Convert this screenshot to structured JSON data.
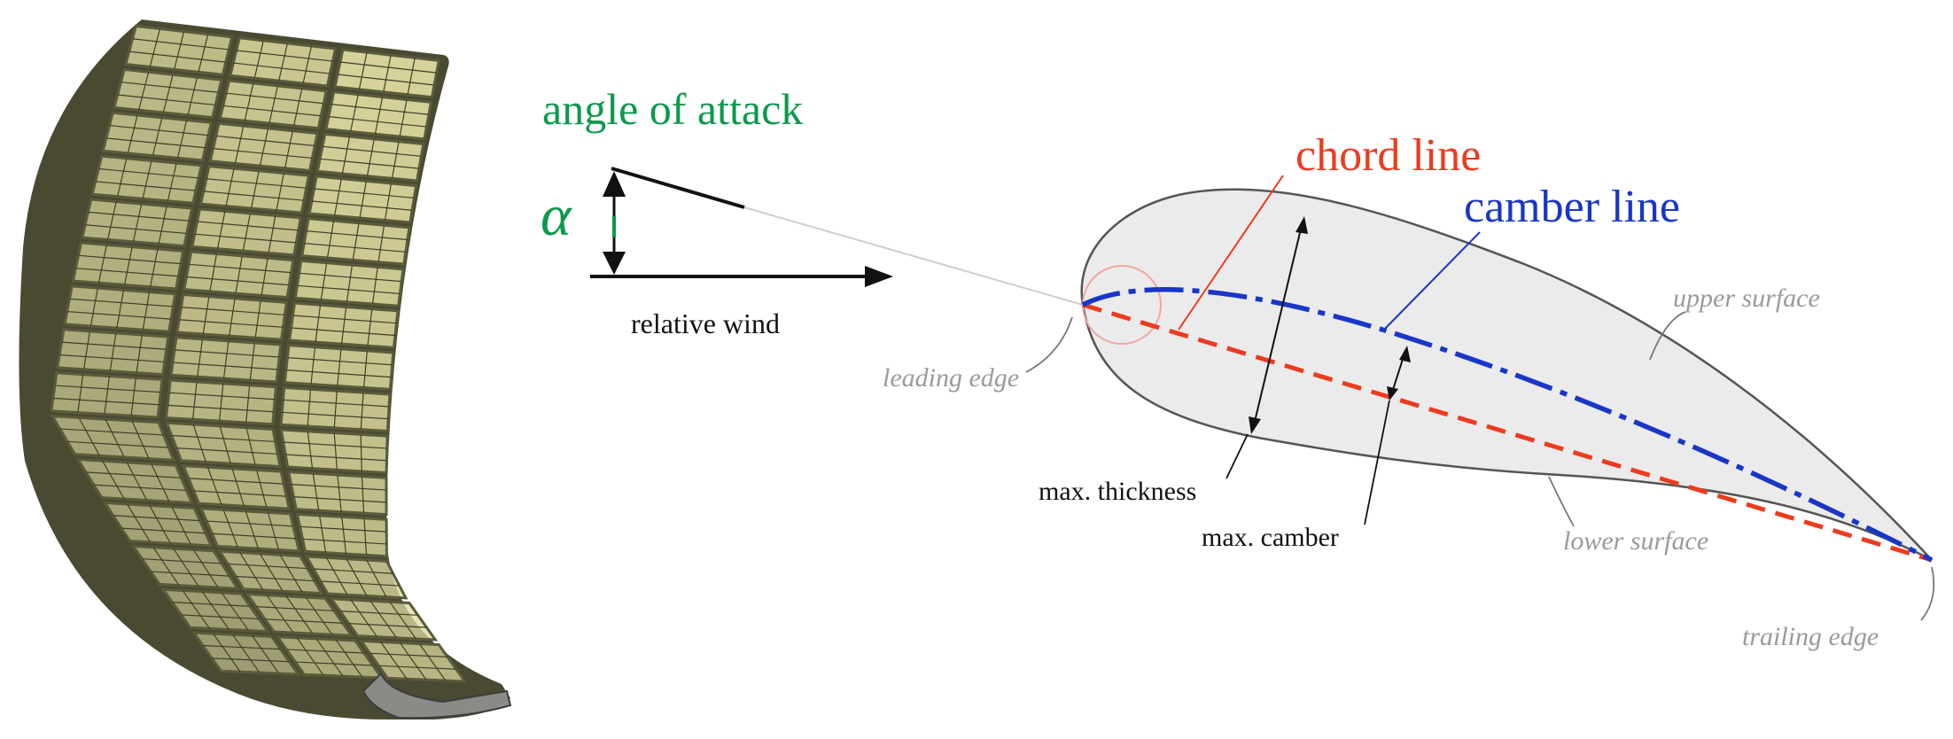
{
  "labels": {
    "angle_of_attack": "angle of attack",
    "alpha": "α",
    "relative_wind": "relative wind",
    "chord_line": "chord line",
    "camber_line": "camber line",
    "upper_surface": "upper surface",
    "leading_edge": "leading edge",
    "max_thickness": "max. thickness",
    "max_camber": "max. camber",
    "lower_surface": "lower surface",
    "trailing_edge": "trailing edge"
  },
  "colors": {
    "angle_label": "#0b9a4c",
    "chord": "#ee3a1e",
    "camber": "#1936c8",
    "surface_label": "#9a9a9a",
    "airfoil_fill": "#ebebeb",
    "airfoil_stroke": "#555555",
    "panel_tile": "#dedba0",
    "panel_frame": "#5b5b3c",
    "panel_grid": "#3f3f2a"
  },
  "icons": {
    "panel": "curved-solar-panel-icon",
    "airfoil": "airfoil-icon"
  }
}
